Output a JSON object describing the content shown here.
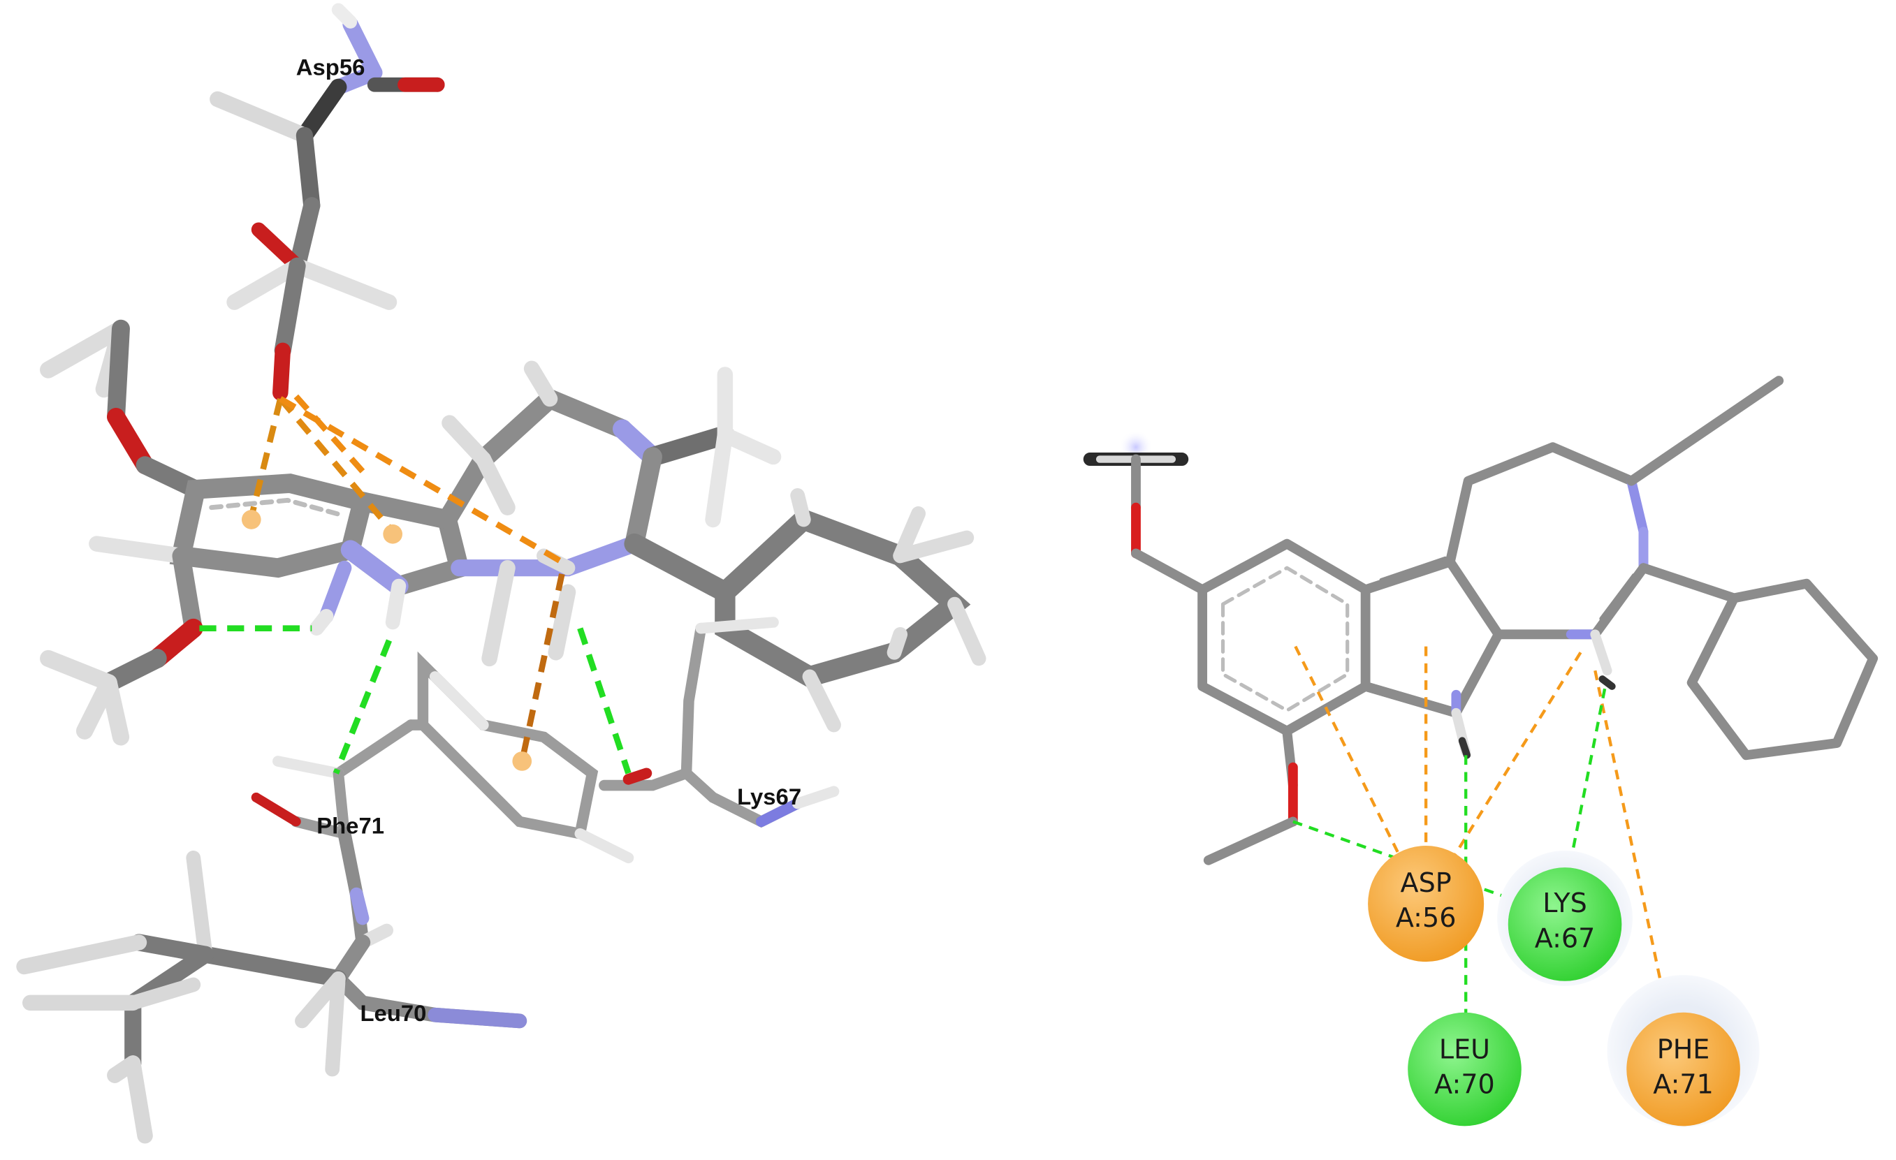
{
  "panel_3d": {
    "residue_labels": [
      "Asp56",
      "Phe71",
      "Lys67",
      "Leu70"
    ]
  },
  "panel_2d": {
    "residues": [
      {
        "name": "ASP",
        "chain_num": "A:56",
        "interaction": "pi-anion",
        "color": "#F5A338"
      },
      {
        "name": "LYS",
        "chain_num": "A:67",
        "interaction": "hydrogen-bond",
        "color": "#3FDB3F"
      },
      {
        "name": "LEU",
        "chain_num": "A:70",
        "interaction": "hydrogen-bond",
        "color": "#3FDB3F"
      },
      {
        "name": "PHE",
        "chain_num": "A:71",
        "interaction": "pi-stacking",
        "color": "#F5A338"
      }
    ]
  },
  "colors": {
    "carbon": "#8c8c8c",
    "oxygen": "#d81e1e",
    "nitrogen": "#8f8fe8",
    "hydrogen": "#e6e6e6",
    "hbond_line": "#22dd22",
    "pi_line": "#f59a1a"
  }
}
